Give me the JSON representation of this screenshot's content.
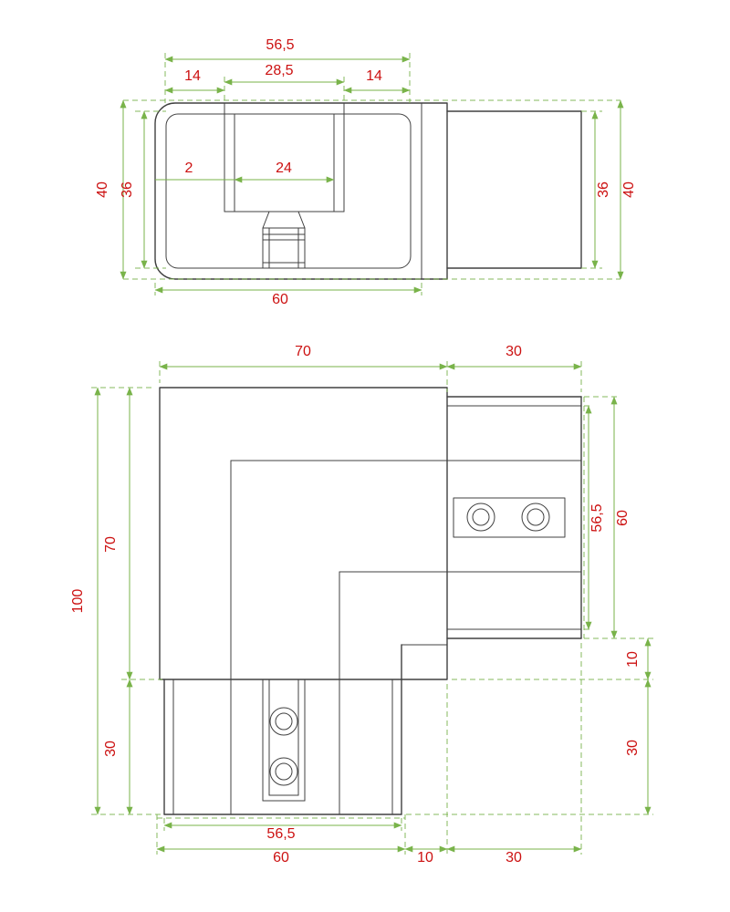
{
  "colors": {
    "part_line": "#404040",
    "dimension_line": "#79b34a",
    "dimension_text": "#cc1111",
    "background": "#ffffff"
  },
  "top_view": {
    "dims": {
      "d56_5": "56,5",
      "d14_left": "14",
      "d28_5": "28,5",
      "d14_right": "14",
      "d2": "2",
      "d24": "24",
      "d40_left": "40",
      "d36_left": "36",
      "d36_right": "36",
      "d40_right": "40",
      "d60": "60"
    }
  },
  "front_view": {
    "dims": {
      "d70_top": "70",
      "d30_top": "30",
      "d100_left": "100",
      "d70_left": "70",
      "d30_left": "30",
      "d56_5_right": "56,5",
      "d60_right": "60",
      "d10_right": "10",
      "d30_right": "30",
      "d56_5_bottom": "56,5",
      "d60_bottom": "60",
      "d10_bottom": "10",
      "d30_bottom": "30"
    }
  }
}
